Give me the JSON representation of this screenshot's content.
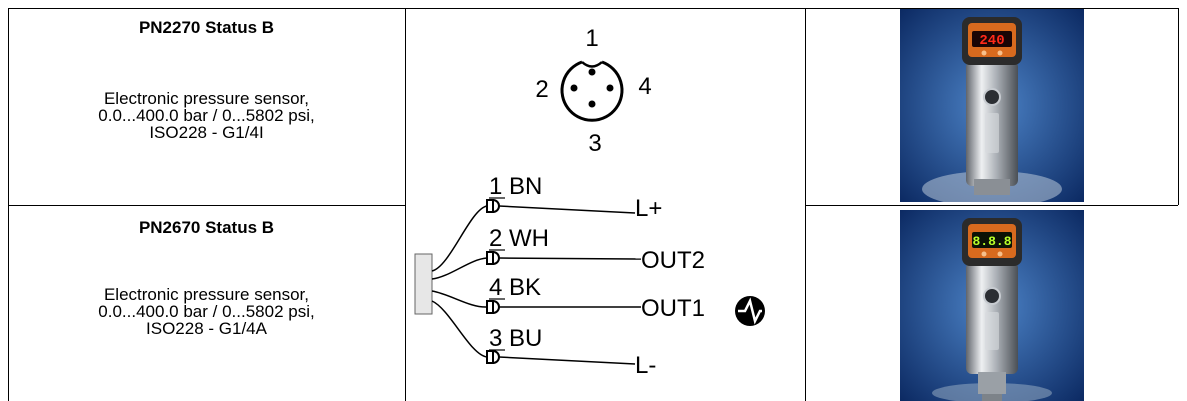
{
  "products": [
    {
      "title": "PN2270 Status B",
      "description": [
        "Electronic pressure sensor,",
        "0.0...400.0 bar / 0...5802 psi,",
        "ISO228 - G1/4I"
      ],
      "display_value": "240",
      "display_color": "#ff2a1a"
    },
    {
      "title": "PN2670 Status B",
      "description": [
        "Electronic pressure sensor,",
        "0.0...400.0 bar / 0...5802 psi,",
        "ISO228 - G1/4A"
      ],
      "display_value": "8.8.8",
      "display_color": "#b7ff2a"
    }
  ],
  "connector_pins": [
    "1",
    "2",
    "3",
    "4"
  ],
  "wiring": [
    {
      "pin_label": "1 BN",
      "signal": "L+"
    },
    {
      "pin_label": "2 WH",
      "signal": "OUT2"
    },
    {
      "pin_label": "4 BK",
      "signal": "OUT1"
    },
    {
      "pin_label": "3 BU",
      "signal": "L-"
    }
  ]
}
